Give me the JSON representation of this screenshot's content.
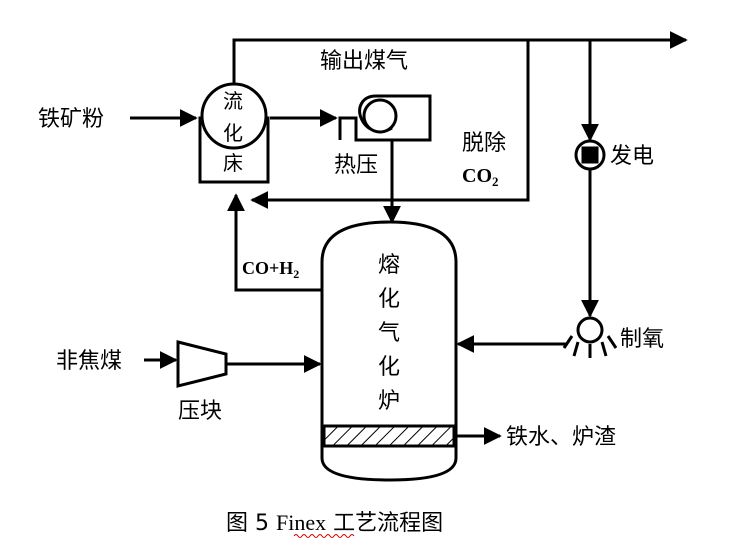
{
  "labels": {
    "iron_ore_fines": "铁矿粉",
    "fluidized_bed": [
      "流",
      "化",
      "床"
    ],
    "export_gas": "输出煤气",
    "hot_briquetting": "热压",
    "co2_removal": "脱除",
    "co2_formula": "CO",
    "co2_sub": "2",
    "power_generation": "发电",
    "reducing_gas": "CO+H",
    "reducing_gas_sub": "2",
    "melter_gasifier": [
      "熔",
      "化",
      "气",
      "化",
      "炉"
    ],
    "non_coking_coal": "非焦煤",
    "briquetting": "压块",
    "oxygen_plant": "制氧",
    "hot_metal_slag": "铁水、炉渣"
  },
  "caption": {
    "prefix": "图  5 ",
    "name": "Finex",
    "suffix": " 工艺流程图"
  },
  "colors": {
    "line": "#000000",
    "spellcheck_underline": "#cc0000"
  }
}
